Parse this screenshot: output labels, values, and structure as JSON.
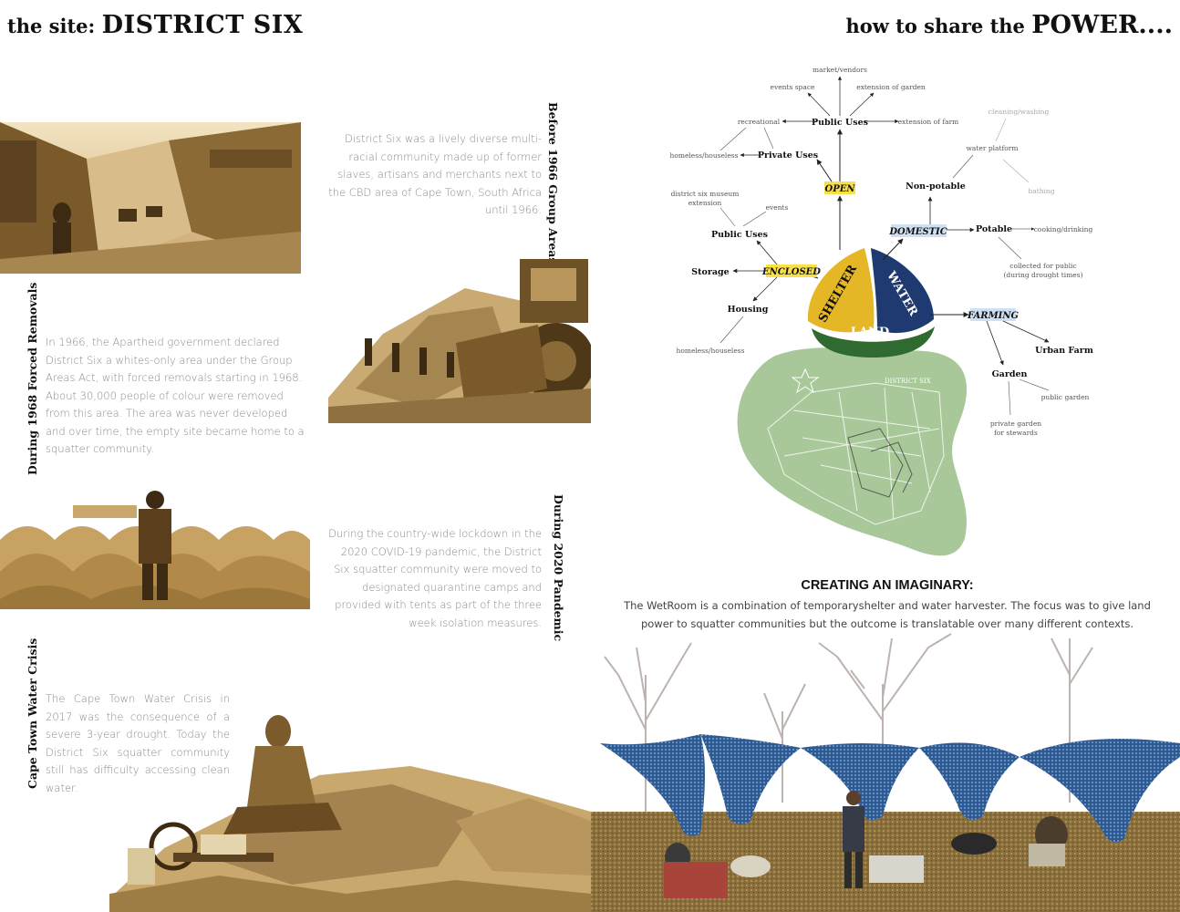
{
  "header": {
    "left_prefix": "the site: ",
    "left_title": "DISTRICT SIX",
    "right_prefix": "how to share the ",
    "right_title": "POWER...."
  },
  "sections": {
    "s1": {
      "label": "Before 1966 Group Areas",
      "text": "District Six was a lively diverse multi-racial community made up of former slaves, artisans and merchants next to the CBD area of Cape Town, South Africa until 1966."
    },
    "s2": {
      "label": "During 1968 Forced Removals",
      "text": "In 1966, the Apartheid government declared District Six a whites-only area under the Group Areas Act, with forced removals starting in 1968. About 30,000 people of colour were removed from this area. The area was never developed and over time, the empty site became home to a squatter community."
    },
    "s3": {
      "label": "During 2020 Pandemic",
      "text": "During the country-wide lockdown in the 2020 COVID-19 pandemic, the District Six squatter community were moved to designated quarantine camps and provided with tents as part of the three week isolation measures."
    },
    "s4": {
      "label": "Cape Town Water Crisis",
      "text": "The Cape Town Water Crisis in 2017 was the consequence of a severe 3-year drought. Today the District Six squatter community still has difficulty accessing clean water."
    }
  },
  "diagram": {
    "center": {
      "shelter": "SHELTER",
      "water": "WATER",
      "land": "LAND"
    },
    "tags": {
      "open": "OPEN",
      "enclosed": "ENCLOSED",
      "domestic": "DOMESTIC",
      "farming": "FARMING"
    },
    "map_label": "DISTRICT SIX",
    "nodes": {
      "public_uses_top": "Public Uses",
      "market": "market/vendors",
      "events_space": "events space",
      "ext_garden": "extension of garden",
      "recreational": "recreational",
      "ext_farm": "extension of farm",
      "private_uses": "Private Uses",
      "homeless_top": "homeless/houseless",
      "museum_1": "district six museum",
      "museum_2": "extension",
      "events": "events",
      "public_uses_left": "Public Uses",
      "storage": "Storage",
      "housing": "Housing",
      "homeless_bottom": "homeless/houseless",
      "cleaning": "cleaning/washing",
      "water_platform": "water platform",
      "bathing": "bathing",
      "non_potable": "Non-potable",
      "potable": "Potable",
      "cooking": "cooking/drinking",
      "collected_1": "collected for public",
      "collected_2": "(during drought times)",
      "urban_farm": "Urban Farm",
      "garden": "Garden",
      "public_garden": "public garden",
      "private_garden_1": "private garden",
      "private_garden_2": "for stewards"
    },
    "colors": {
      "shelter": "#e5b626",
      "water": "#1e3a70",
      "land": "#2f6b30",
      "map": "#a8c89a",
      "tag_yellow": "#f7e04a",
      "tag_blue": "#cfe0f3"
    }
  },
  "imaginary": {
    "title": "CREATING AN IMAGINARY:",
    "line1": "The WetRoom is a combination of temporaryshelter and water harvester. The focus was to give land",
    "line2": "power to squatter communities but the outcome is translatable over many different contexts."
  }
}
